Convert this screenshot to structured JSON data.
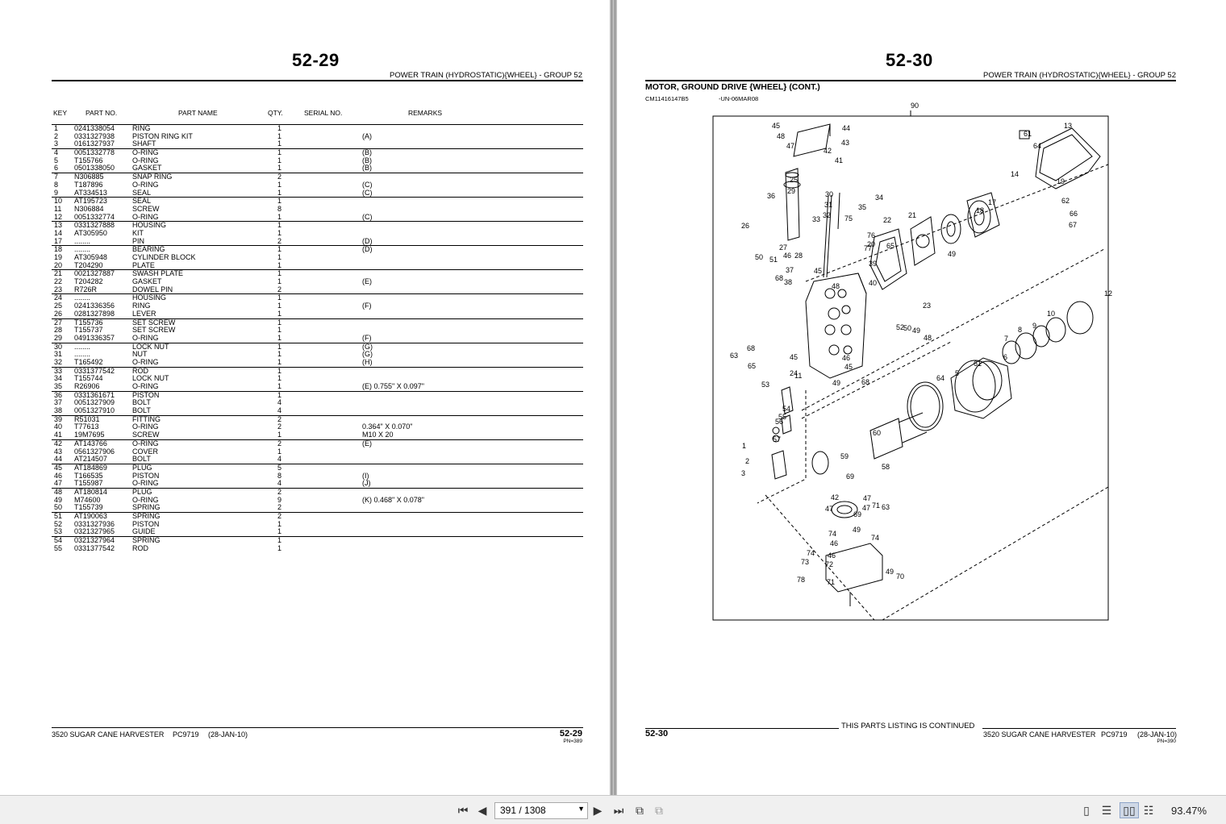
{
  "left": {
    "page_number": "52-29",
    "section_header": "POWER TRAIN (HYDROSTATIC){WHEEL} - GROUP 52",
    "columns": {
      "key": "KEY",
      "part_no": "PART NO.",
      "part_name": "PART NAME",
      "qty": "QTY.",
      "serial": "SERIAL NO.",
      "remarks": "REMARKS"
    },
    "parts": [
      {
        "key": "1",
        "pn": "0241338054",
        "name": "RING",
        "qty": "1",
        "rem": "",
        "grp": true
      },
      {
        "key": "2",
        "pn": "0331327938",
        "name": "PISTON RING KIT",
        "qty": "1",
        "rem": "(A)"
      },
      {
        "key": "3",
        "pn": "0161327937",
        "name": "SHAFT",
        "qty": "1",
        "rem": ""
      },
      {
        "key": "4",
        "pn": "0051332778",
        "name": "O-RING",
        "qty": "1",
        "rem": "(B)",
        "grp": true
      },
      {
        "key": "5",
        "pn": "T155766",
        "name": "O-RING",
        "qty": "1",
        "rem": "(B)"
      },
      {
        "key": "6",
        "pn": "0501338050",
        "name": "GASKET",
        "qty": "1",
        "rem": "(B)"
      },
      {
        "key": "7",
        "pn": "N306885",
        "name": "SNAP RING",
        "qty": "2",
        "rem": "",
        "grp": true
      },
      {
        "key": "8",
        "pn": "T187896",
        "name": "O-RING",
        "qty": "1",
        "rem": "(C)"
      },
      {
        "key": "9",
        "pn": "AT334513",
        "name": "SEAL",
        "qty": "1",
        "rem": "(C)"
      },
      {
        "key": "10",
        "pn": "AT195723",
        "name": "SEAL",
        "qty": "1",
        "rem": "",
        "grp": true
      },
      {
        "key": "11",
        "pn": "N306884",
        "name": "SCREW",
        "qty": "8",
        "rem": ""
      },
      {
        "key": "12",
        "pn": "0051332774",
        "name": "O-RING",
        "qty": "1",
        "rem": "(C)"
      },
      {
        "key": "13",
        "pn": "0331327888",
        "name": "HOUSING",
        "qty": "1",
        "rem": "",
        "grp": true
      },
      {
        "key": "14",
        "pn": "AT305950",
        "name": "KIT",
        "qty": "1",
        "rem": ""
      },
      {
        "key": "17",
        "pn": "........",
        "name": "PIN",
        "qty": "2",
        "rem": "(D)"
      },
      {
        "key": "18",
        "pn": "........",
        "name": "BEARING",
        "qty": "1",
        "rem": "(D)",
        "grp": true
      },
      {
        "key": "19",
        "pn": "AT305948",
        "name": "CYLINDER BLOCK",
        "qty": "1",
        "rem": ""
      },
      {
        "key": "20",
        "pn": "T204290",
        "name": "PLATE",
        "qty": "1",
        "rem": ""
      },
      {
        "key": "21",
        "pn": "0021327887",
        "name": "SWASH PLATE",
        "qty": "1",
        "rem": "",
        "grp": true
      },
      {
        "key": "22",
        "pn": "T204282",
        "name": "GASKET",
        "qty": "1",
        "rem": "(E)"
      },
      {
        "key": "23",
        "pn": "R726R",
        "name": "DOWEL PIN",
        "qty": "2",
        "rem": ""
      },
      {
        "key": "24",
        "pn": "........",
        "name": "HOUSING",
        "qty": "1",
        "rem": "",
        "grp": true
      },
      {
        "key": "25",
        "pn": "0241336356",
        "name": "RING",
        "qty": "1",
        "rem": "(F)"
      },
      {
        "key": "26",
        "pn": "0281327898",
        "name": "LEVER",
        "qty": "1",
        "rem": ""
      },
      {
        "key": "27",
        "pn": "T155736",
        "name": "SET SCREW",
        "qty": "1",
        "rem": "",
        "grp": true
      },
      {
        "key": "28",
        "pn": "T155737",
        "name": "SET SCREW",
        "qty": "1",
        "rem": ""
      },
      {
        "key": "29",
        "pn": "0491336357",
        "name": "O-RING",
        "qty": "1",
        "rem": "(F)"
      },
      {
        "key": "30",
        "pn": "........",
        "name": "LOCK NUT",
        "qty": "1",
        "rem": "(G)",
        "grp": true
      },
      {
        "key": "31",
        "pn": "........",
        "name": "NUT",
        "qty": "1",
        "rem": "(G)"
      },
      {
        "key": "32",
        "pn": "T165492",
        "name": "O-RING",
        "qty": "1",
        "rem": "(H)"
      },
      {
        "key": "33",
        "pn": "0331377542",
        "name": "ROD",
        "qty": "1",
        "rem": "",
        "grp": true
      },
      {
        "key": "34",
        "pn": "T155744",
        "name": "LOCK NUT",
        "qty": "1",
        "rem": ""
      },
      {
        "key": "35",
        "pn": "R26906",
        "name": "O-RING",
        "qty": "1",
        "rem": "(E) 0.755\" X 0.097\""
      },
      {
        "key": "36",
        "pn": "0331361671",
        "name": "PISTON",
        "qty": "1",
        "rem": "",
        "grp": true
      },
      {
        "key": "37",
        "pn": "0051327909",
        "name": "BOLT",
        "qty": "4",
        "rem": ""
      },
      {
        "key": "38",
        "pn": "0051327910",
        "name": "BOLT",
        "qty": "4",
        "rem": ""
      },
      {
        "key": "39",
        "pn": "R51031",
        "name": "FITTING",
        "qty": "2",
        "rem": "",
        "grp": true
      },
      {
        "key": "40",
        "pn": "T77613",
        "name": "O-RING",
        "qty": "2",
        "rem": "0.364\" X 0.070\""
      },
      {
        "key": "41",
        "pn": "19M7695",
        "name": "SCREW",
        "qty": "1",
        "rem": "M10 X 20"
      },
      {
        "key": "42",
        "pn": "AT143766",
        "name": "O-RING",
        "qty": "2",
        "rem": "(E)",
        "grp": true
      },
      {
        "key": "43",
        "pn": "0561327906",
        "name": "COVER",
        "qty": "1",
        "rem": ""
      },
      {
        "key": "44",
        "pn": "AT214507",
        "name": "BOLT",
        "qty": "4",
        "rem": ""
      },
      {
        "key": "45",
        "pn": "AT184869",
        "name": "PLUG",
        "qty": "5",
        "rem": "",
        "grp": true
      },
      {
        "key": "46",
        "pn": "T166535",
        "name": "PISTON",
        "qty": "8",
        "rem": "(I)"
      },
      {
        "key": "47",
        "pn": "T155987",
        "name": "O-RING",
        "qty": "4",
        "rem": "(J)"
      },
      {
        "key": "48",
        "pn": "AT180814",
        "name": "PLUG",
        "qty": "2",
        "rem": "",
        "grp": true
      },
      {
        "key": "49",
        "pn": "M74600",
        "name": "O-RING",
        "qty": "9",
        "rem": "(K) 0.468\" X 0.078\""
      },
      {
        "key": "50",
        "pn": "T155739",
        "name": "SPRING",
        "qty": "2",
        "rem": ""
      },
      {
        "key": "51",
        "pn": "AT190063",
        "name": "SPRING",
        "qty": "2",
        "rem": "",
        "grp": true
      },
      {
        "key": "52",
        "pn": "0331327936",
        "name": "PISTON",
        "qty": "1",
        "rem": ""
      },
      {
        "key": "53",
        "pn": "0321327965",
        "name": "GUIDE",
        "qty": "1",
        "rem": ""
      },
      {
        "key": "54",
        "pn": "0321327964",
        "name": "SPRING",
        "qty": "1",
        "rem": "",
        "grp": true
      },
      {
        "key": "55",
        "pn": "0331377542",
        "name": "ROD",
        "qty": "1",
        "rem": ""
      }
    ],
    "footer": {
      "model": "3520 SUGAR CANE HARVESTER",
      "pc": "PC9719",
      "date": "(28-JAN-10)",
      "page": "52-29",
      "pn": "PN=389"
    }
  },
  "right": {
    "page_number": "52-30",
    "section_header": "POWER TRAIN (HYDROSTATIC){WHEEL} - GROUP 52",
    "title": "MOTOR, GROUND DRIVE {WHEEL} (CONT.)",
    "image_id": "CM11416147B5",
    "image_ref": "-UN-06MAR08",
    "continued": "THIS PARTS LISTING IS CONTINUED",
    "footer": {
      "page": "52-30",
      "model": "3520 SUGAR CANE HARVESTER",
      "pc": "PC9719",
      "date": "(28-JAN-10)",
      "pn": "PN=390"
    },
    "callouts": [
      "90",
      "45",
      "48",
      "47",
      "44",
      "43",
      "42",
      "41",
      "61",
      "64",
      "13",
      "14",
      "25",
      "29",
      "19",
      "17",
      "18",
      "62",
      "66",
      "67",
      "36",
      "30",
      "31",
      "32",
      "33",
      "35",
      "75",
      "34",
      "22",
      "21",
      "26",
      "27",
      "28",
      "76",
      "77",
      "39",
      "40",
      "20",
      "48",
      "49",
      "50",
      "51",
      "68",
      "38",
      "37",
      "45",
      "46",
      "65",
      "23",
      "52",
      "50",
      "49",
      "48",
      "12",
      "9",
      "10",
      "7",
      "8",
      "6",
      "5",
      "64",
      "61",
      "68",
      "63",
      "65",
      "45",
      "24",
      "46",
      "45",
      "49",
      "68",
      "53",
      "11",
      "54",
      "55",
      "56",
      "57",
      "1",
      "2",
      "3",
      "60",
      "59",
      "58",
      "69",
      "42",
      "47",
      "47",
      "69",
      "47",
      "63",
      "71",
      "49",
      "74",
      "74",
      "46",
      "46",
      "74",
      "72",
      "71",
      "73",
      "78",
      "49",
      "70"
    ]
  },
  "toolbar": {
    "page_value": "391 / 1308",
    "zoom": "93.47%",
    "icons": [
      "first-page-icon",
      "prev-page-icon",
      "next-page-icon",
      "last-page-icon",
      "rotate-icon",
      "rotate-alt-icon",
      "single-page-icon",
      "continuous-icon",
      "two-page-icon",
      "two-continuous-icon"
    ]
  }
}
